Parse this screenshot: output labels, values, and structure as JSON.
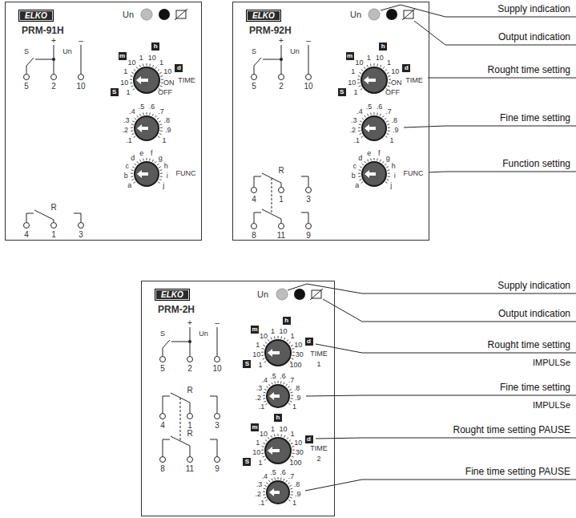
{
  "diagram": {
    "nodes": [
      {
        "text": [
          "PRM-91H"
        ]
      },
      {
        "text": [
          "ELKO"
        ],
        "in": 0
      },
      {
        "text": [
          "PRM-92H"
        ]
      },
      {
        "text": [
          "ELKO"
        ],
        "in": 2
      },
      {
        "text": [
          "PRM-2H"
        ]
      },
      {
        "text": [
          "ELKO"
        ],
        "in": 4
      }
    ],
    "labels": [
      "Un",
      "S",
      "+",
      "Un",
      "–",
      "5",
      "2",
      "10",
      "m",
      "h",
      "d",
      "S",
      "1",
      "10",
      "1",
      "10",
      "1",
      "10",
      "1",
      "10",
      "ON",
      "OFF",
      "TIME",
      ".1",
      ".2",
      ".3",
      ".4",
      ".5",
      ".6",
      ".7",
      ".8",
      ".9",
      "1",
      "a",
      "b",
      "c",
      "d",
      "e",
      "f",
      "g",
      "h",
      "i",
      "j",
      "FUNC",
      "R",
      "4",
      "1",
      "3",
      "Un",
      "S",
      "+",
      "Un",
      "–",
      "5",
      "2",
      "10",
      "m",
      "h",
      "d",
      "S",
      "1",
      "10",
      "1",
      "10",
      "1",
      "10",
      "1",
      "10",
      "ON",
      "OFF",
      "TIME",
      ".1",
      ".2",
      ".3",
      ".4",
      ".5",
      ".6",
      ".7",
      ".8",
      ".9",
      "1",
      "a",
      "b",
      "c",
      "d",
      "e",
      "f",
      "g",
      "h",
      "i",
      "j",
      "FUNC",
      "R",
      "4",
      "1",
      "3",
      "8",
      "11",
      "9",
      "Un",
      "S",
      "+",
      "Un",
      "–",
      "5",
      "2",
      "10",
      "m",
      "h",
      "d",
      "S",
      "1",
      "10",
      "1",
      "10",
      "1",
      "10",
      "1",
      "10",
      "30",
      "100",
      "TIME",
      "1",
      ".1",
      ".2",
      ".3",
      ".4",
      ".5",
      ".6",
      ".7",
      ".8",
      ".9",
      "1",
      "m",
      "h",
      "d",
      "S",
      "1",
      "10",
      "1",
      "10",
      "1",
      "10",
      "1",
      "10",
      "30",
      "100",
      "TIME",
      "2",
      ".1",
      ".2",
      ".3",
      ".4",
      ".5",
      ".6",
      ".7",
      ".8",
      ".9",
      "1",
      "R",
      "4",
      "1",
      "3",
      "R",
      "8",
      "11",
      "9",
      "Supply indication",
      "Output indication",
      "Rought time setting",
      "Fine time setting",
      "Function setting",
      "Supply indication",
      "Output indication",
      "Rought time setting",
      "IMPULSe",
      "Fine time setting",
      "IMPULSe",
      "Rought time setting PAUSE",
      "Fine time setting PAUSE"
    ]
  }
}
